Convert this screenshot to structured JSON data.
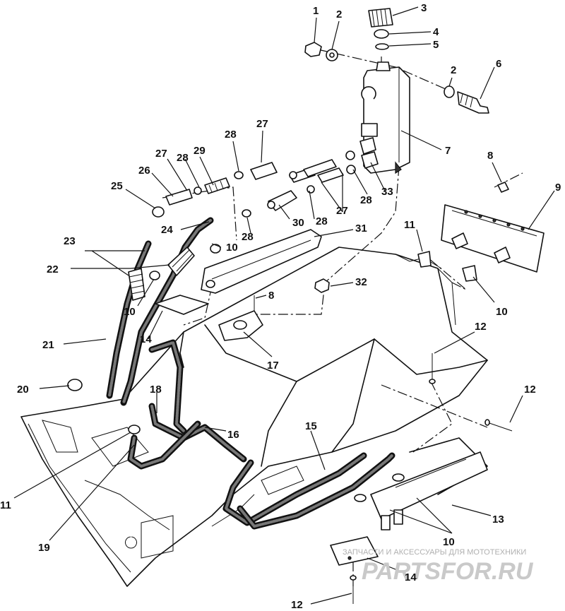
{
  "callouts": [
    {
      "id": "c1",
      "text": "1"
    },
    {
      "id": "c2a",
      "text": "2"
    },
    {
      "id": "c3",
      "text": "3"
    },
    {
      "id": "c4",
      "text": "4"
    },
    {
      "id": "c5",
      "text": "5"
    },
    {
      "id": "c2b",
      "text": "2"
    },
    {
      "id": "c6",
      "text": "6"
    },
    {
      "id": "c7",
      "text": "7"
    },
    {
      "id": "c8a",
      "text": "8"
    },
    {
      "id": "c9",
      "text": "9"
    },
    {
      "id": "c27a",
      "text": "27"
    },
    {
      "id": "c28a",
      "text": "28"
    },
    {
      "id": "c27b",
      "text": "27"
    },
    {
      "id": "c28b",
      "text": "28"
    },
    {
      "id": "c29",
      "text": "29"
    },
    {
      "id": "c26",
      "text": "26"
    },
    {
      "id": "c25",
      "text": "25"
    },
    {
      "id": "c28c",
      "text": "28"
    },
    {
      "id": "c33",
      "text": "33"
    },
    {
      "id": "c27c",
      "text": "27"
    },
    {
      "id": "c28d",
      "text": "28"
    },
    {
      "id": "c30",
      "text": "30"
    },
    {
      "id": "c28e",
      "text": "28"
    },
    {
      "id": "c31",
      "text": "31"
    },
    {
      "id": "c24",
      "text": "24"
    },
    {
      "id": "c23",
      "text": "23"
    },
    {
      "id": "c10a",
      "text": "10"
    },
    {
      "id": "c22",
      "text": "22"
    },
    {
      "id": "c11a",
      "text": "11"
    },
    {
      "id": "c32",
      "text": "32"
    },
    {
      "id": "c10b",
      "text": "10"
    },
    {
      "id": "c8b",
      "text": "8"
    },
    {
      "id": "c10c",
      "text": "10"
    },
    {
      "id": "c14a",
      "text": "14"
    },
    {
      "id": "c12a",
      "text": "12"
    },
    {
      "id": "c21",
      "text": "21"
    },
    {
      "id": "c17",
      "text": "17"
    },
    {
      "id": "c20",
      "text": "20"
    },
    {
      "id": "c18",
      "text": "18"
    },
    {
      "id": "c12b",
      "text": "12"
    },
    {
      "id": "c16",
      "text": "16"
    },
    {
      "id": "c15",
      "text": "15"
    },
    {
      "id": "c11b",
      "text": "11"
    },
    {
      "id": "c19",
      "text": "19"
    },
    {
      "id": "c13",
      "text": "13"
    },
    {
      "id": "c10d",
      "text": "10"
    },
    {
      "id": "c14b",
      "text": "14"
    },
    {
      "id": "c12c",
      "text": "12"
    }
  ],
  "watermark": {
    "tagline": "ЗАПЧАСТИ И АКСЕССУАРЫ ДЛЯ МОТОТЕХНИКИ",
    "logo": "PARTSFOR.RU",
    "color": "#c9c9c9"
  }
}
